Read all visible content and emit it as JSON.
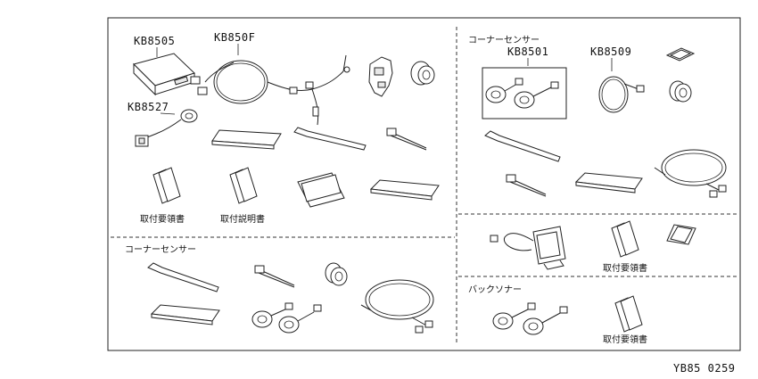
{
  "codes": {
    "ecu": "KB8505",
    "harness": "KB850F",
    "buzzer": "KB8527",
    "corner_sensor_pair": "KB8501",
    "harness_small": "KB8509"
  },
  "labels": {
    "install_guide": "取付要領書",
    "install_manual": "取付説明書",
    "corner_sensor_lower": "コーナーセンサー",
    "corner_sensor_upper": "コーナーセンサー",
    "install_guide_right1": "取付要領書",
    "back_sonar": "バックソナー",
    "install_guide_right2": "取付要領書"
  },
  "footer": {
    "diagram_id": "YB85 0259"
  }
}
